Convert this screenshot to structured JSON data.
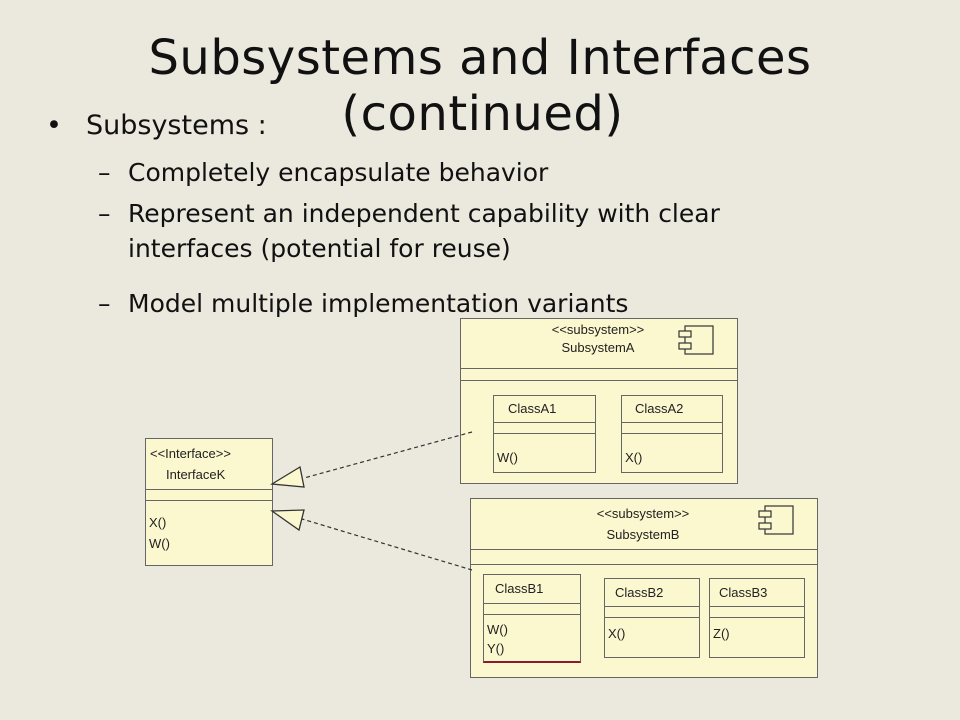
{
  "title": {
    "line1": "Subsystems and Interfaces",
    "line2": "(continued)"
  },
  "bullet": {
    "symbol": "•",
    "text": "Subsystems :"
  },
  "subpoints": {
    "dash": "–",
    "item1": "Completely encapsulate behavior",
    "item2_line1": "Represent an independent capability with clear",
    "item2_line2": "interfaces (potential for reuse)",
    "item3": "Model multiple implementation variants"
  },
  "diagram": {
    "interface": {
      "stereotype": "<<Interface>>",
      "name": "InterfaceK",
      "ops": [
        "X()",
        "W()"
      ]
    },
    "subsystemA": {
      "stereotype": "<<subsystem>>",
      "name": "SubsystemA",
      "classA1": {
        "name": "ClassA1",
        "op": "W()"
      },
      "classA2": {
        "name": "ClassA2",
        "op": "X()"
      }
    },
    "subsystemB": {
      "stereotype": "<<subsystem>>",
      "name": "SubsystemB",
      "classB1": {
        "name": "ClassB1",
        "ops": [
          "W()",
          "Y()"
        ]
      },
      "classB2": {
        "name": "ClassB2",
        "op": "X()"
      },
      "classB3": {
        "name": "ClassB3",
        "op": "Z()"
      }
    }
  },
  "colors": {
    "background": "#ebe8de",
    "box_fill": "#fbf7cf",
    "box_border": "#666666",
    "accent_underline": "#8b1a2a"
  }
}
